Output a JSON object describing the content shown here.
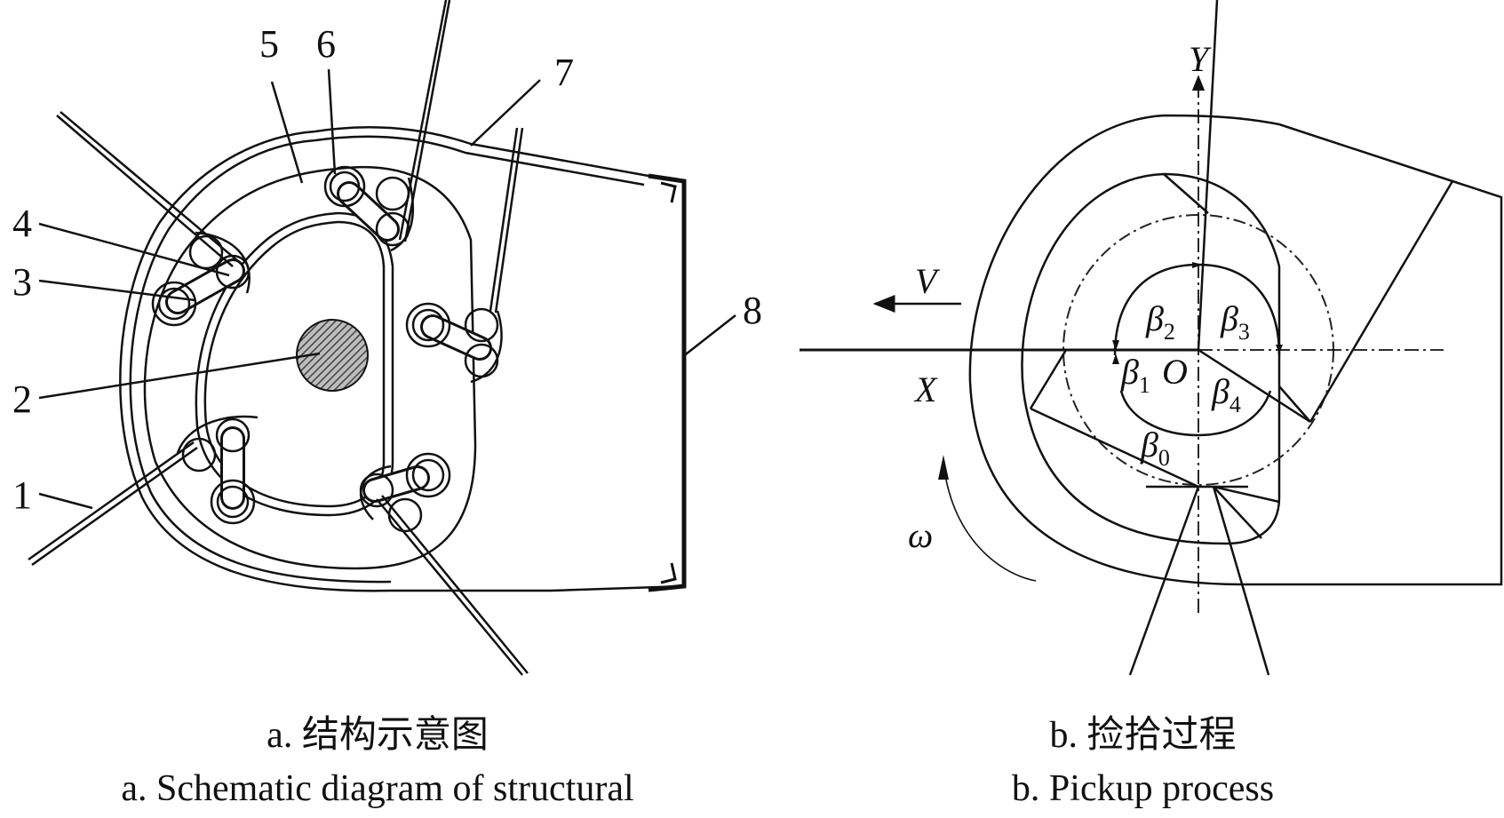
{
  "left_panel": {
    "labels": [
      "1",
      "2",
      "3",
      "4",
      "5",
      "6",
      "7",
      "8"
    ],
    "caption_cn": "a. 结构示意图",
    "caption_en": "a. Schematic diagram of structural"
  },
  "right_panel": {
    "axis_x": "X",
    "axis_y": "Y",
    "origin": "O",
    "velocity": "V",
    "omega": "ω",
    "beta_symbol": "β",
    "beta_subs": [
      "0",
      "1",
      "2",
      "3",
      "4"
    ],
    "caption_cn": "b. 捡拾过程",
    "caption_en": "b. Pickup process"
  },
  "colors": {
    "ink": "#111111",
    "hatch": "#555555",
    "dash": "#222222"
  }
}
